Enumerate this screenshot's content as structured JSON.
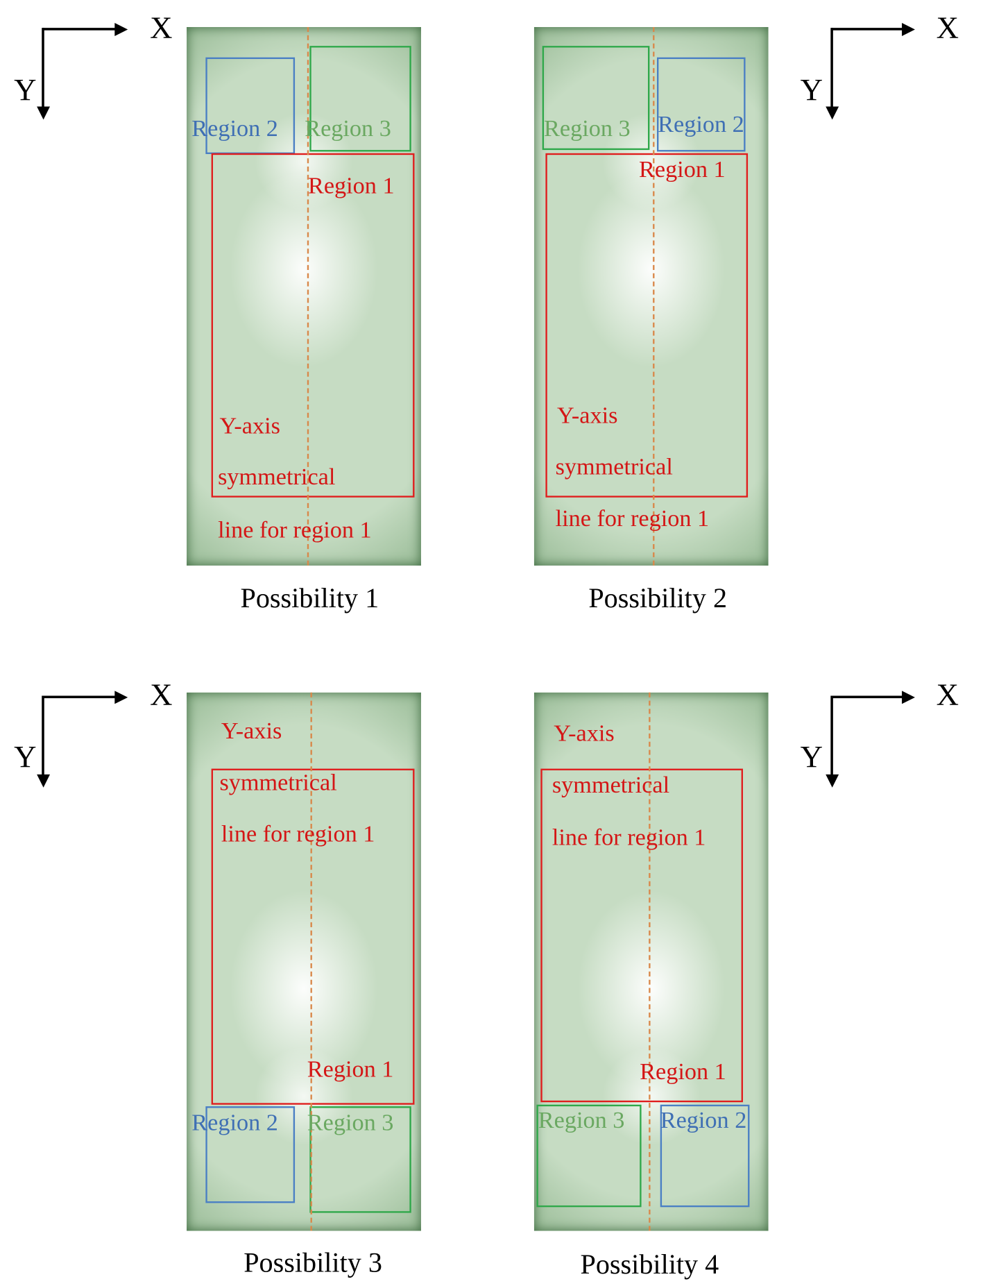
{
  "axes": {
    "x_label": "X",
    "y_label": "Y"
  },
  "labels": {
    "region1": "Region 1",
    "region2": "Region 2",
    "region3": "Region 3",
    "sym1": "Y-axis",
    "sym2": "symmetrical",
    "sym3": "line for region 1"
  },
  "captions": [
    "Possibility 1",
    "Possibility 2",
    "Possibility 3",
    "Possibility 4"
  ],
  "colors": {
    "region1": "#e01d1d",
    "region2": "#4a7fc4",
    "region3": "#2fa84a",
    "symmetry_line": "#d9884a"
  }
}
